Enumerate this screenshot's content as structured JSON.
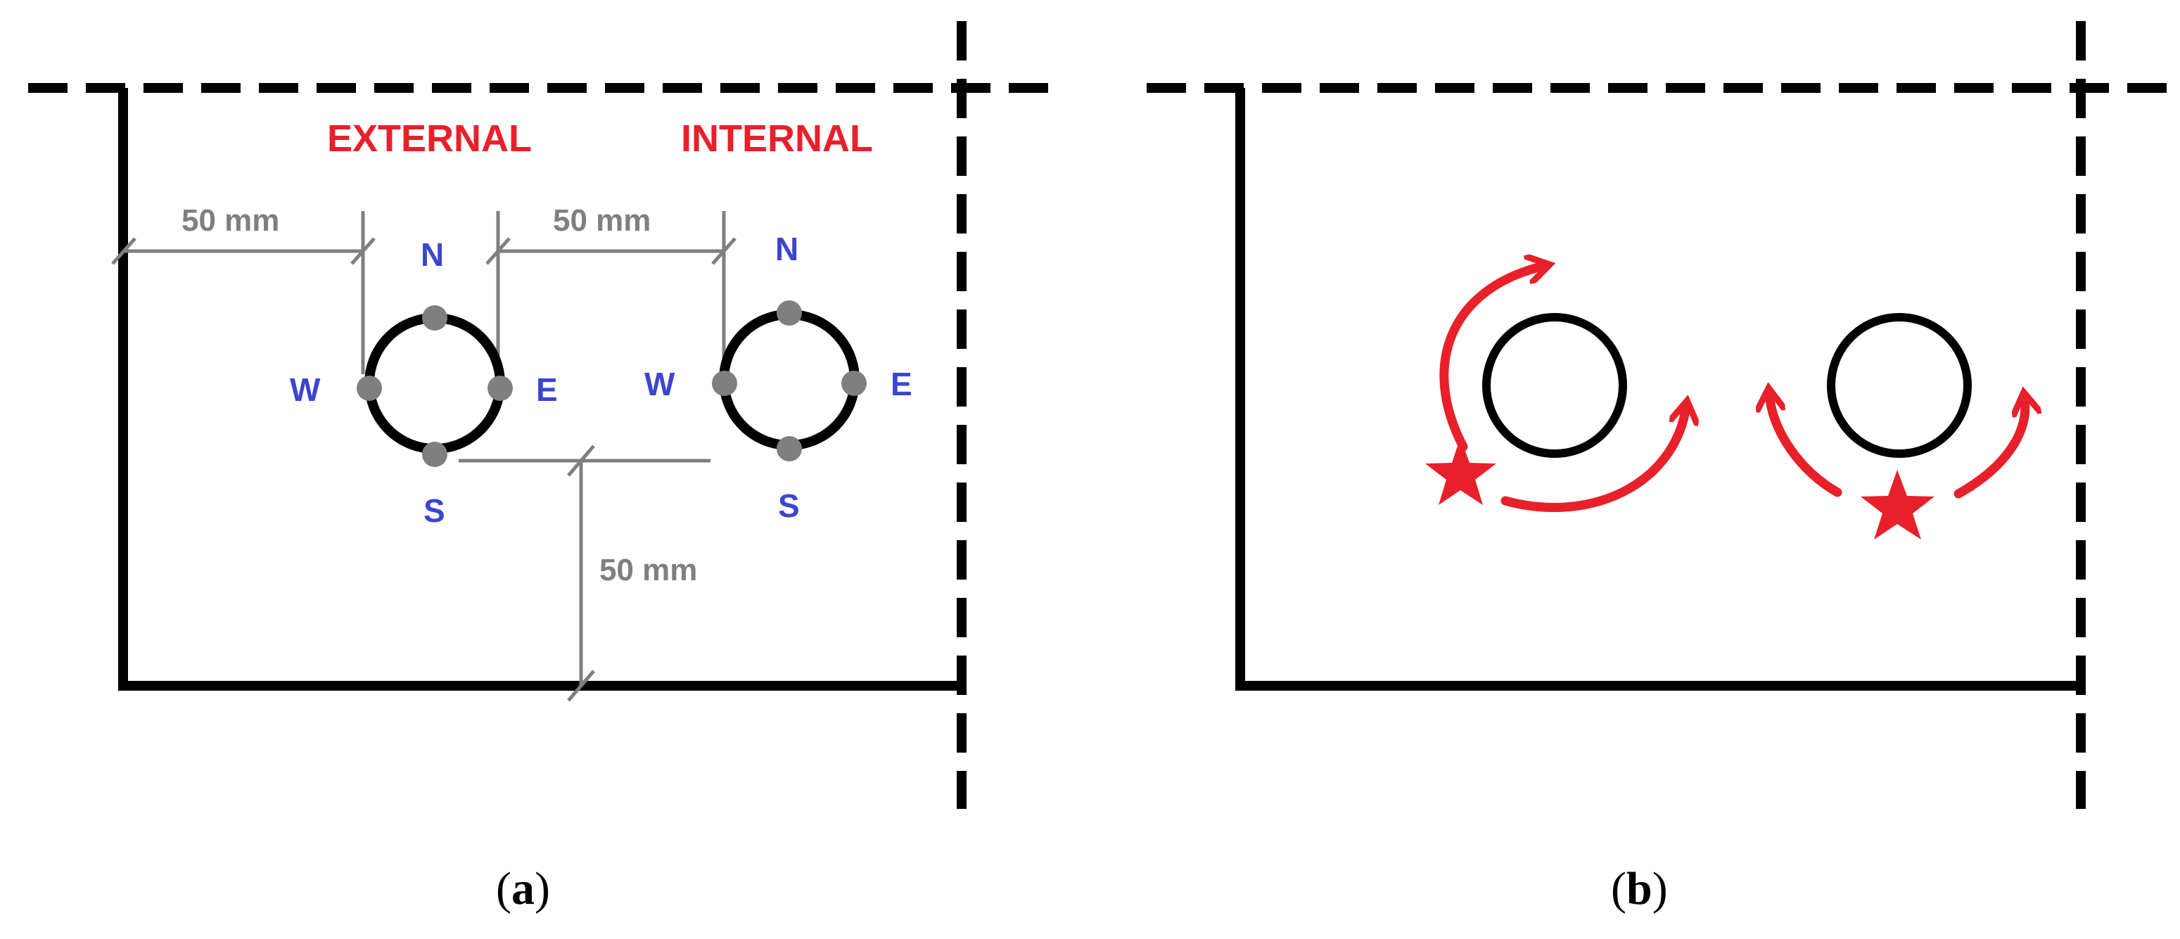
{
  "panel_a": {
    "label_external": "EXTERNAL",
    "label_internal": "INTERNAL",
    "dim_top_left": "50 mm",
    "dim_top_right": "50 mm",
    "dim_vertical": "50 mm",
    "compass": {
      "n": "N",
      "e": "E",
      "s": "S",
      "w": "W"
    },
    "caption_open": "(",
    "caption_letter": "a",
    "caption_close": ")"
  },
  "panel_b": {
    "caption_open": "(",
    "caption_letter": "b",
    "caption_close": ")"
  },
  "colors": {
    "outline": "#000000",
    "label_red": "#e8202a",
    "compass_blue": "#3b45d2",
    "dimension_gray": "#7f7f7f"
  }
}
